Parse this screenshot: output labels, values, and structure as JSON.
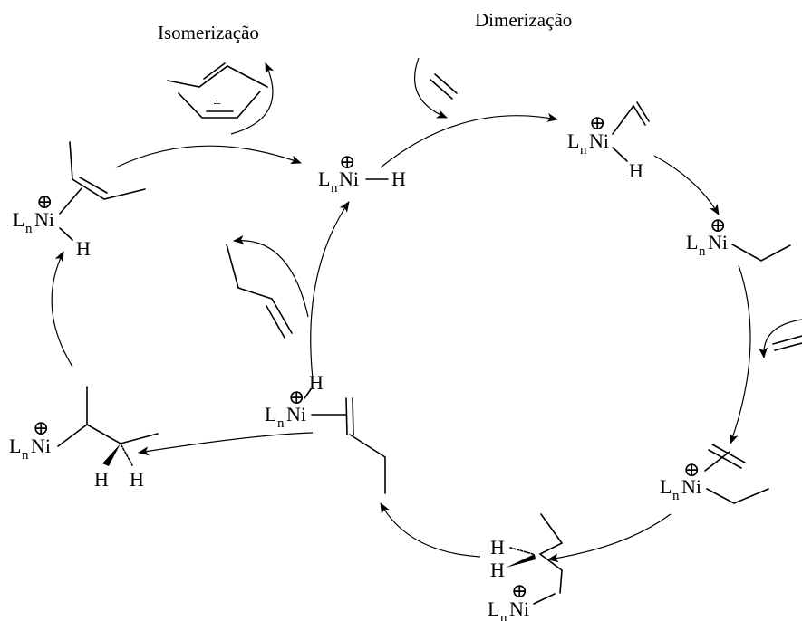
{
  "titles": {
    "isomerization": "Isomerização",
    "dimerization": "Dimerização"
  },
  "labels": {
    "ligand": "L",
    "ligand_sub": "n",
    "metal": "Ni",
    "hydrogen": "H",
    "charge": "⊕",
    "plus": "+"
  }
}
